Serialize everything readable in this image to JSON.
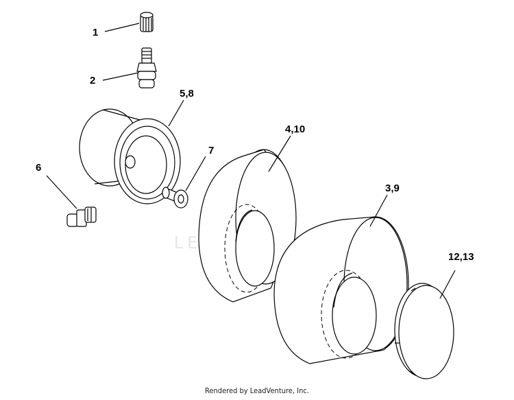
{
  "callouts": {
    "c1": "1",
    "c2": "2",
    "c58": "5,8",
    "c6": "6",
    "c7": "7",
    "c410": "4,10",
    "c39": "3,9",
    "c1213": "12,13"
  },
  "watermark": "LEADVENTURE",
  "footer": "Rendered by LeadVenture, Inc.",
  "parts": {
    "p1": "valve-cap-icon",
    "p2": "valve-stem-icon",
    "p58": "wheel-rim-icon",
    "p6": "grease-fitting-icon",
    "p7": "bushing-icon",
    "p410": "front-tire-icon",
    "p39": "rear-tire-icon",
    "p1213": "hub-cap-icon"
  }
}
